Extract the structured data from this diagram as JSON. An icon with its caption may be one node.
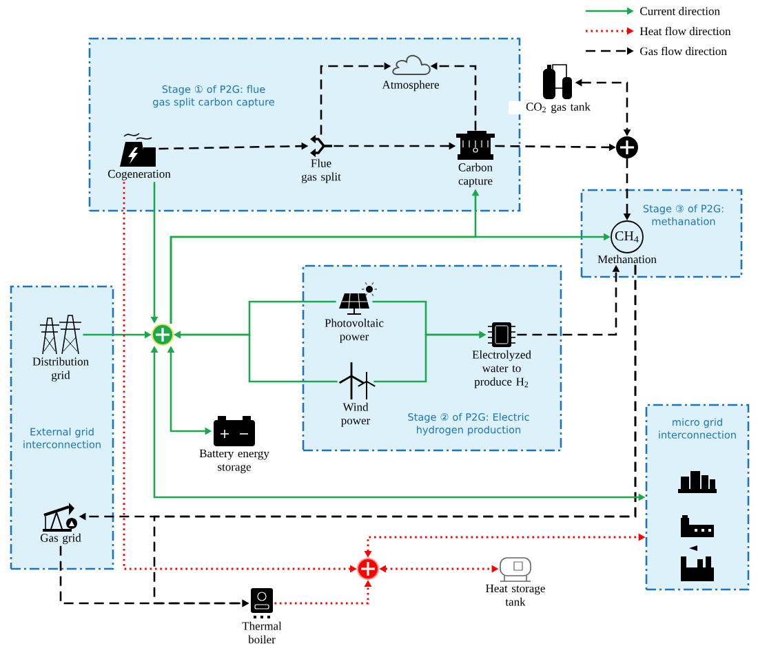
{
  "diagram": {
    "nodes": [
      {
        "text": [
          "Stage ① of P2G: flue gas split carbon capture"
        ]
      },
      {
        "text": [
          "Cogeneration"
        ],
        "in": 0
      },
      {
        "text": [
          "Flue gas split"
        ],
        "in": 0
      },
      {
        "text": [
          "Atmosphere"
        ],
        "in": 0
      },
      {
        "text": [
          "Carbon capture"
        ],
        "in": 0
      },
      {
        "text": [
          "CO$_{2}$ gas tank"
        ]
      },
      {
        "text": [],
        "shape": "circle"
      },
      {
        "text": [
          "Stage ③ of P2G: methanation"
        ]
      },
      {
        "text": [
          "CH$_{4}$",
          "Methanation"
        ],
        "in": 7
      },
      {
        "text": [
          "External grid interconnection"
        ]
      },
      {
        "text": [
          "Distribution grid"
        ],
        "in": 9
      },
      {
        "text": [
          "Gas grid"
        ],
        "in": 9
      },
      {
        "text": [],
        "shape": "circle"
      },
      {
        "text": [
          "Stage ② of P2G: Electric hydrogen production"
        ]
      },
      {
        "text": [
          "Photovoltaic power"
        ],
        "in": 13
      },
      {
        "text": [
          "Wind power"
        ],
        "in": 13
      },
      {
        "text": [
          "Electrolyzed water to produce H$_{2}$"
        ],
        "in": 13
      },
      {
        "text": [
          "Battery energy storage"
        ]
      },
      {
        "text": [
          "micro grid interconnection"
        ]
      },
      {
        "text": [],
        "shape": "circle"
      },
      {
        "text": [
          "Thermal boiler"
        ]
      },
      {
        "text": [
          "Heat storage tank"
        ]
      }
    ],
    "edges": [
      {
        "from": 1,
        "to": 2,
        "arrow": "to",
        "style": "dashed"
      },
      {
        "from": 2,
        "to": 3,
        "arrow": "to",
        "style": "dashed"
      },
      {
        "from": 4,
        "to": 3,
        "arrow": "to",
        "style": "dashed"
      },
      {
        "from": 2,
        "to": 4,
        "arrow": "to",
        "style": "dashed"
      },
      {
        "from": 4,
        "to": 6,
        "arrow": "to",
        "style": "dashed"
      },
      {
        "from": 5,
        "to": 6,
        "arrow": "both",
        "style": "dashed"
      },
      {
        "from": 6,
        "to": 8,
        "arrow": "to",
        "style": "dashed"
      },
      {
        "from": 16,
        "to": 8,
        "arrow": "to",
        "style": "dashed"
      },
      {
        "from": 8,
        "to": 11,
        "arrow": "to",
        "style": "dashed"
      },
      {
        "from": 8,
        "to": 20,
        "arrow": "to",
        "style": "dashed"
      },
      {
        "from": 11,
        "to": 20,
        "arrow": "to",
        "style": "dashed"
      },
      {
        "from": 1,
        "to": 12,
        "arrow": "to",
        "color": "#1aa84b"
      },
      {
        "from": 10,
        "to": 12,
        "arrow": "to",
        "color": "#1aa84b"
      },
      {
        "from": 14,
        "to": 12,
        "arrow": "to",
        "color": "#1aa84b"
      },
      {
        "from": 15,
        "to": 12,
        "arrow": "to",
        "color": "#1aa84b"
      },
      {
        "from": 14,
        "to": 16,
        "arrow": "to",
        "color": "#1aa84b"
      },
      {
        "from": 15,
        "to": 16,
        "arrow": "to",
        "color": "#1aa84b"
      },
      {
        "from": 12,
        "to": 17,
        "arrow": "both",
        "color": "#1aa84b"
      },
      {
        "from": 12,
        "to": 4,
        "arrow": "to",
        "color": "#1aa84b"
      },
      {
        "from": 12,
        "to": 8,
        "arrow": "to",
        "color": "#1aa84b"
      },
      {
        "from": 12,
        "to": 18,
        "arrow": "both",
        "color": "#1aa84b"
      },
      {
        "from": 1,
        "to": 19,
        "arrow": "to",
        "style": "dashed",
        "color": "#ff0000"
      },
      {
        "from": 20,
        "to": 19,
        "arrow": "to",
        "style": "dashed",
        "color": "#ff0000"
      },
      {
        "from": 19,
        "to": 21,
        "arrow": "both",
        "style": "dashed",
        "color": "#ff0000"
      },
      {
        "from": 19,
        "to": 18,
        "arrow": "both",
        "style": "dashed",
        "color": "#ff0000"
      }
    ],
    "legend": [
      {
        "text": "Current direction"
      },
      {
        "text": "Heat flow direction"
      },
      {
        "text": "Gas flow direction"
      }
    ]
  }
}
